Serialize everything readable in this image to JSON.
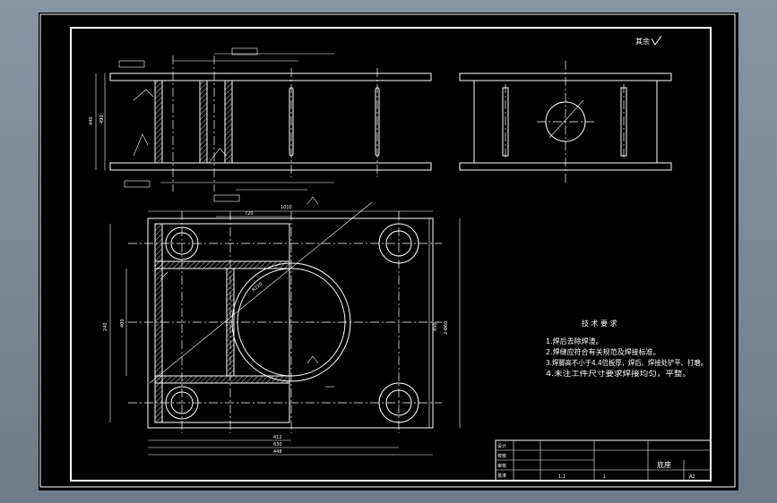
{
  "roughness_note": "其余",
  "tech_title": "技 术 要 求",
  "tech_items": [
    "1.焊后去除焊渣。",
    "2.焊缝应符合有关规范及焊接标准。",
    "3.焊脚高不小于4.4倍板厚，焊后、焊接处铲平、打磨。",
    "4.未注工件尺寸要求焊接均匀，平整。"
  ],
  "title_block": {
    "name": "底座",
    "rows": [
      "设计",
      "校核",
      "审核",
      "批准"
    ],
    "scale": "1:1",
    "qty": "1",
    "sheet": "A2"
  },
  "dims": {
    "top_left_1": "440",
    "top_left_2": "490",
    "plan_width": "1010",
    "plan_len_1": "720",
    "plan_len_2": "450",
    "plan_side": "240",
    "plan_side_2": "400",
    "bottom_1": "412",
    "bottom_2": "630",
    "bottom_3": "448",
    "hole_dia": "2-Φ60",
    "radius": "R220"
  }
}
